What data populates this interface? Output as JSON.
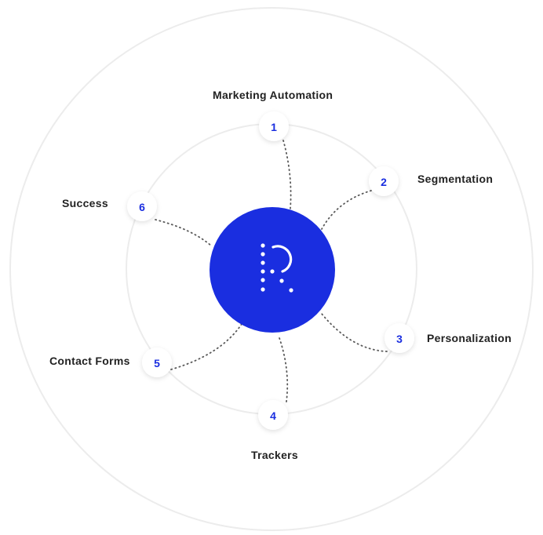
{
  "diagram": {
    "hub": {
      "logo_icon": "r-dotted-logo-icon",
      "color": "#1a2ee0"
    },
    "nodes": [
      {
        "number": "1",
        "label": "Marketing Automation"
      },
      {
        "number": "2",
        "label": "Segmentation"
      },
      {
        "number": "3",
        "label": "Personalization"
      },
      {
        "number": "4",
        "label": "Trackers"
      },
      {
        "number": "5",
        "label": "Contact Forms"
      },
      {
        "number": "6",
        "label": "Success"
      }
    ],
    "colors": {
      "accent": "#1a2ee0",
      "number_text": "#1a2ee0",
      "label_text": "#222222",
      "ring": "#ececec",
      "connector": "#5a5a5a"
    }
  }
}
